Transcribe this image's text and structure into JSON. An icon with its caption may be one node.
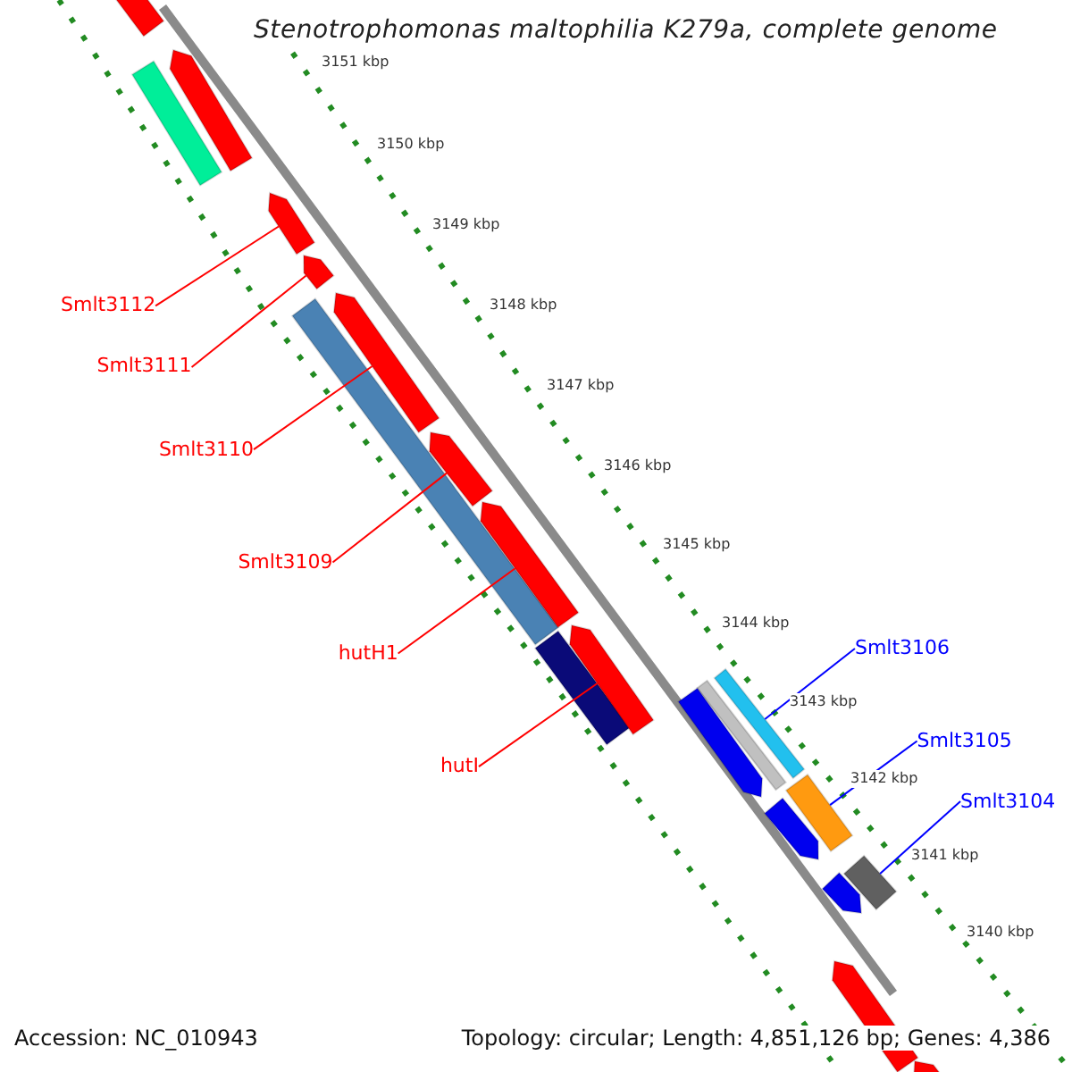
{
  "diagram": {
    "title": "Stenotrophomonas maltophilia K279a, complete genome",
    "nodes": [
      {
        "text": [
          "Smlt3112"
        ]
      },
      {
        "text": [
          "Smlt3111"
        ]
      },
      {
        "text": [
          "Smlt3110"
        ]
      },
      {
        "text": [
          "Smlt3109"
        ]
      },
      {
        "text": [
          "hutH1"
        ]
      },
      {
        "text": [
          "hutI"
        ]
      },
      {
        "text": [
          "Smlt3106"
        ]
      },
      {
        "text": [
          "Smlt3105"
        ]
      },
      {
        "text": [
          "Smlt3104"
        ]
      },
      {
        "text": [],
        "shape": "bar"
      },
      {
        "text": [],
        "shape": "bar"
      },
      {
        "text": [],
        "shape": "arrow"
      },
      {
        "text": [],
        "shape": "arrow"
      },
      {
        "text": [],
        "shape": "arrow"
      },
      {
        "text": [],
        "shape": "bar"
      },
      {
        "text": [],
        "shape": "arrow"
      },
      {
        "text": [],
        "shape": "arrow"
      },
      {
        "text": [],
        "shape": "arrow"
      },
      {
        "text": [],
        "shape": "bar"
      },
      {
        "text": [],
        "shape": "arrow"
      },
      {
        "text": [],
        "shape": "bar"
      },
      {
        "text": [],
        "shape": "bar"
      },
      {
        "text": [],
        "shape": "arrow"
      },
      {
        "text": [],
        "shape": "bar"
      },
      {
        "text": [],
        "shape": "arrow"
      },
      {
        "text": [],
        "shape": "bar"
      },
      {
        "text": [],
        "shape": "arrow"
      },
      {
        "text": [],
        "shape": "arrow"
      },
      {
        "text": [],
        "shape": "arrow"
      }
    ],
    "edges": [
      {
        "from": 0,
        "to": 12,
        "arrow": "none"
      },
      {
        "from": 1,
        "to": 13,
        "arrow": "none"
      },
      {
        "from": 2,
        "to": 15,
        "arrow": "none"
      },
      {
        "from": 3,
        "to": 16,
        "arrow": "none"
      },
      {
        "from": 4,
        "to": 17,
        "arrow": "none"
      },
      {
        "from": 5,
        "to": 19,
        "arrow": "none"
      },
      {
        "from": 6,
        "to": 20,
        "arrow": "none",
        "color": "#0000ff"
      },
      {
        "from": 7,
        "to": 23,
        "arrow": "none",
        "color": "#0000ff"
      },
      {
        "from": 8,
        "to": 25,
        "arrow": "none",
        "color": "#0000ff"
      }
    ],
    "labels": [
      "3151 kbp",
      "3150 kbp",
      "3149 kbp",
      "3148 kbp",
      "3147 kbp",
      "3146 kbp",
      "3145 kbp",
      "3144 kbp",
      "3143 kbp",
      "3142 kbp",
      "3141 kbp",
      "3140 kbp",
      "Accession: NC_010943",
      "Topology: circular; Length: 4,851,126 bp; Genes: 4,386"
    ]
  }
}
